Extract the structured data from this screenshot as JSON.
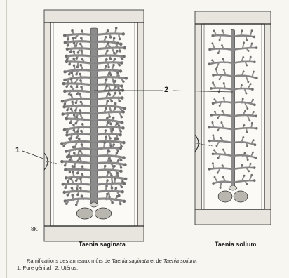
{
  "labels": {
    "callout_1": "1",
    "callout_2": "2",
    "name_left": "Taenia saginata",
    "name_right": "Taenia solium",
    "corner_mark": "8K"
  },
  "caption": {
    "line1_a": "Ramifications des anneaux mûrs de ",
    "line1_b": "Taenia saginata",
    "line1_c": " et de ",
    "line1_d": "Taenia solium",
    "line1_e": ".",
    "line2": "1. Pore génital ; 2. Utérus."
  },
  "colors": {
    "ink": "#2b2b2b",
    "uterus_fill": "#8c8c8c",
    "uterus_dark": "#6e6e6e",
    "paper": "#f7f6f1",
    "segment_fill": "#fbfaf6",
    "body_shade": "#e7e5dd"
  },
  "icons": [
    "uterus-branch",
    "genital-pore",
    "ovary-lobe"
  ]
}
